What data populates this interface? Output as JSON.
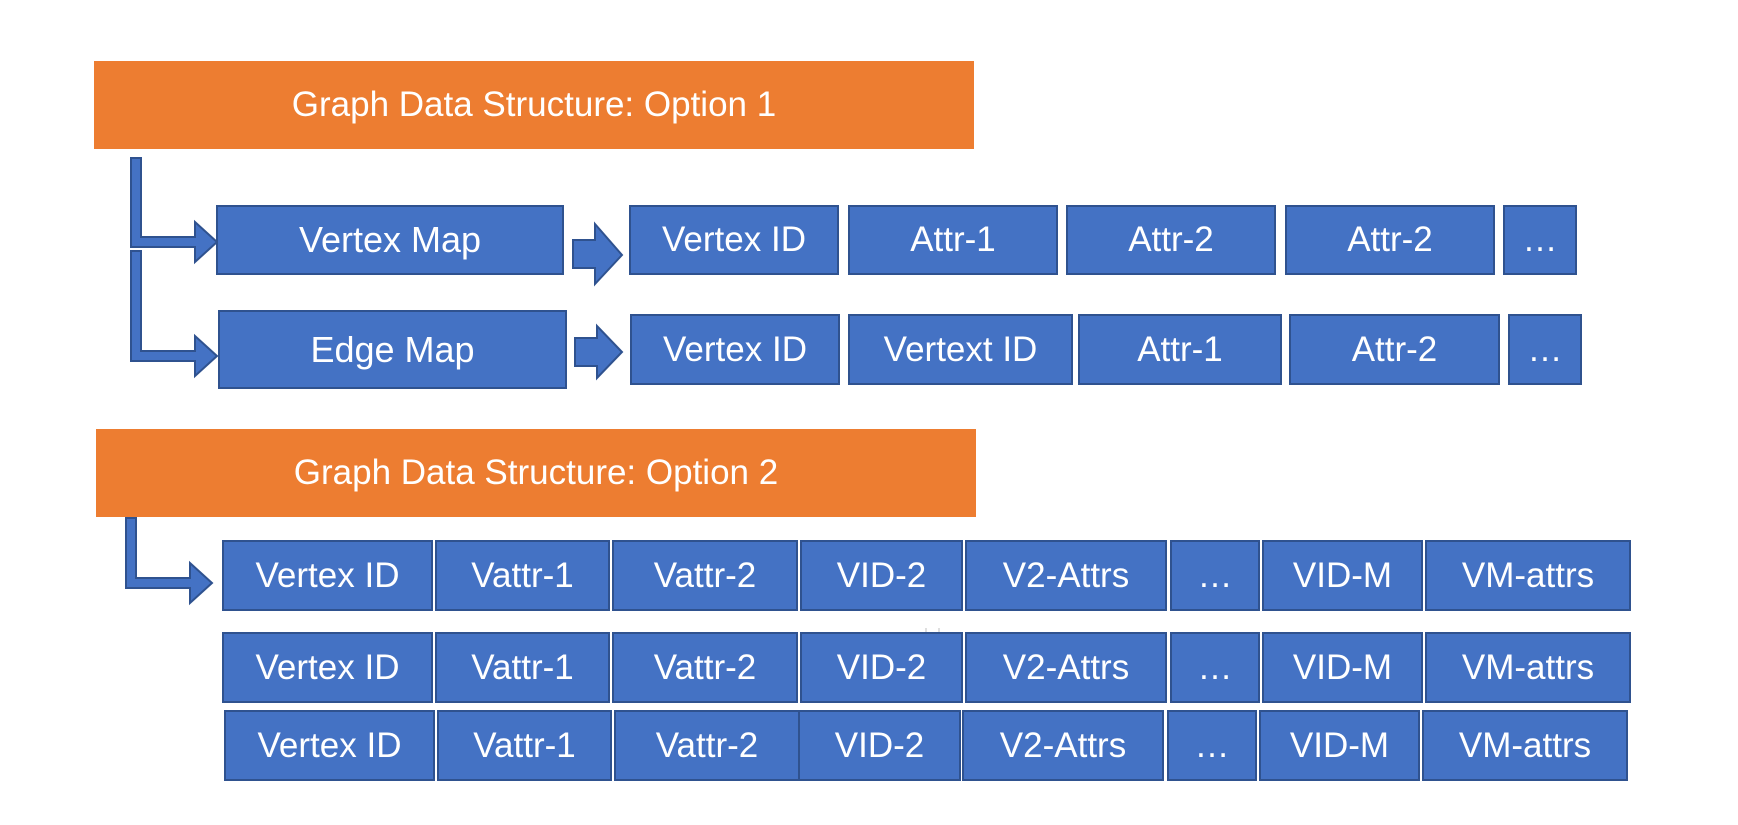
{
  "colors": {
    "banner": "#ED7D31",
    "cell_fill": "#4472C4",
    "cell_border": "#2F528F",
    "text": "#FFFFFF"
  },
  "option1": {
    "title": "Graph Data Structure: Option 1",
    "vertex_map_label": "Vertex Map",
    "edge_map_label": "Edge Map",
    "vertex_row": [
      "Vertex ID",
      "Attr-1",
      "Attr-2",
      "Attr-2",
      "…"
    ],
    "edge_row": [
      "Vertex ID",
      "Vertext ID",
      "Attr-1",
      "Attr-2",
      "…"
    ]
  },
  "option2": {
    "title": "Graph Data Structure: Option 2",
    "rows": [
      [
        "Vertex ID",
        "Vattr-1",
        "Vattr-2",
        "VID-2",
        "V2-Attrs",
        "…",
        "VID-M",
        "VM-attrs"
      ],
      [
        "Vertex ID",
        "Vattr-1",
        "Vattr-2",
        "VID-2",
        "V2-Attrs",
        "…",
        "VID-M",
        "VM-attrs"
      ],
      [
        "Vertex ID",
        "Vattr-1",
        "Vattr-2",
        "VID-2",
        "V2-Attrs",
        "…",
        "VID-M",
        "VM-attrs"
      ]
    ]
  }
}
